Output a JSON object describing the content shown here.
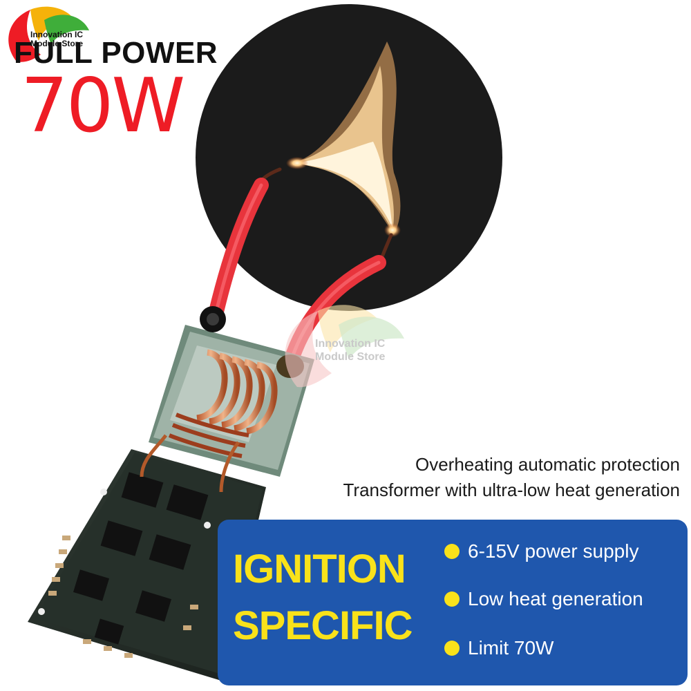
{
  "logo": {
    "line1": "Innovation IC",
    "line2": "Module Store"
  },
  "headline": {
    "small": "FULL POWER",
    "big": "70W"
  },
  "watermark": {
    "line1": "Innovation IC",
    "line2": "Module Store"
  },
  "features": [
    "Overheating automatic protection",
    "Transformer with ultra-low heat generation"
  ],
  "panel": {
    "title_line1": "IGNITION",
    "title_line2": "SPECIFIC",
    "bullets": [
      "6-15V power supply",
      "Low heat generation",
      "Limit 70W"
    ]
  },
  "colors": {
    "accent_red": "#ee1c25",
    "panel_blue": "#1f57ad",
    "panel_yellow": "#f9e21a",
    "wire_red": "#e8343c"
  }
}
